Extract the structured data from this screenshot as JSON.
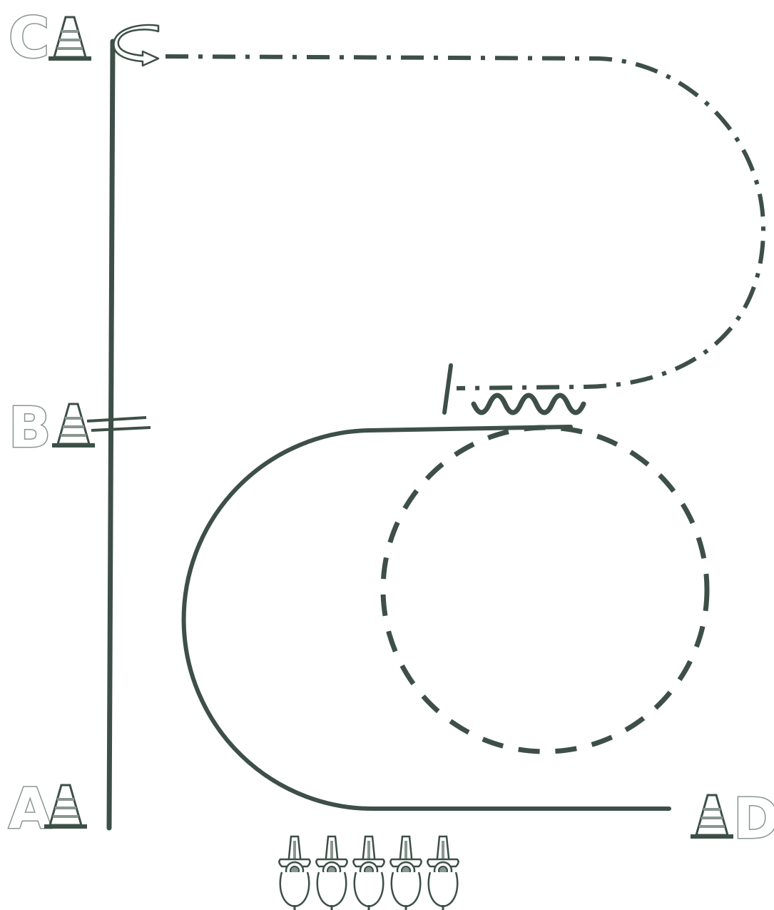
{
  "colors": {
    "path": "#3d4f47",
    "cone_outline": "#3d4f47",
    "cone_stripe": "#8a9690",
    "letter_outline": "#8a9690",
    "background": "#ffffff"
  },
  "markers": {
    "a": {
      "letter": "A",
      "icon": "traffic-cone-icon"
    },
    "b": {
      "letter": "B",
      "icon": "traffic-cone-icon"
    },
    "c": {
      "letter": "C",
      "icon": "traffic-cone-icon"
    },
    "d": {
      "letter": "D",
      "icon": "traffic-cone-icon"
    }
  },
  "riders": {
    "count": 5,
    "icon": "horse-rider-icon"
  },
  "path_styles": {
    "straight_line": "solid",
    "semicircle": "solid",
    "volte": "dashed",
    "serpentine": "wavy",
    "return_loop": "dash-dot",
    "turn_arrow": "curved-arrow-icon"
  }
}
